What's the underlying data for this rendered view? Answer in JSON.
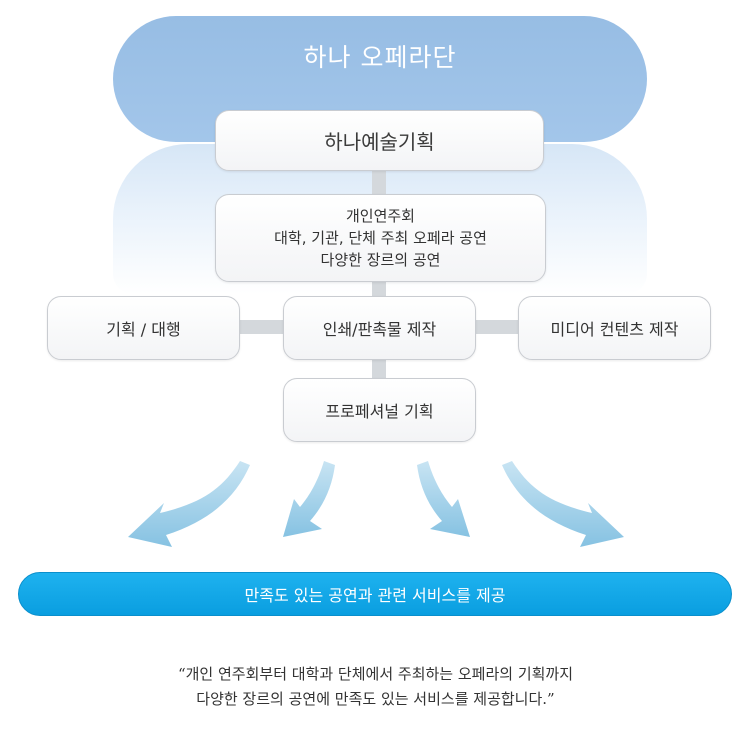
{
  "header": {
    "org_name": "하나 오페라단"
  },
  "planning": {
    "label": "하나예술기획"
  },
  "performances": {
    "lines": [
      "개인연주회",
      "대학, 기관, 단체 주최 오페라 공연",
      "다양한 장르의 공연"
    ]
  },
  "services": {
    "planning_agency": "기획 / 대행",
    "print_production": "인쇄/판촉물 제작",
    "media_production": "미디어 컨텐츠 제작",
    "professional_planning": "프로페셔널 기획"
  },
  "result": {
    "label": "만족도 있는 공연과 관련 서비스를 제공"
  },
  "quote": {
    "line1": "“개인 연주회부터 대학과 단체에서 주최하는 오페라의 기획까지",
    "line2": "다양한 장르의 공연에 만족도 있는 서비스를 제공합니다.”"
  },
  "colors": {
    "top_pill": "#9ec2e7",
    "bottom_pill": "#14a8e8",
    "arrow": "#9fcfe8"
  },
  "icons": {
    "arrows": "curved-arrow-icon"
  }
}
